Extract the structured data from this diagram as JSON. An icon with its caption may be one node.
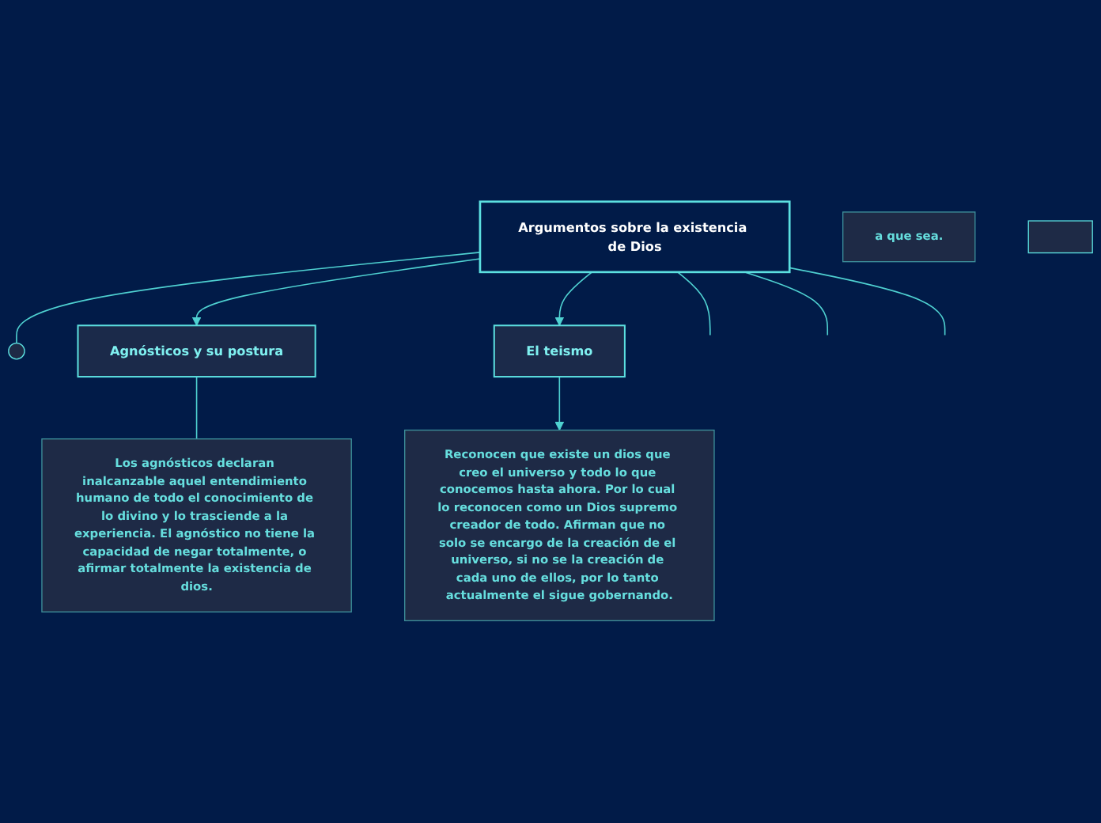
{
  "diagram": {
    "nodes": [
      {
        "text": [
          "Argumentos sobre la existencia de Dios"
        ]
      },
      {
        "text": [],
        "shape": "circle"
      },
      {
        "text": [
          "a que sea."
        ]
      },
      {
        "text": [
          "Agnósticos y su postura"
        ]
      },
      {
        "text": [
          "Los agnósticos declaran inalcanzable aquel entendimiento humano de todo el conocimiento de lo divino y lo trasciende a la experiencia. El agnóstico no tiene la capacidad de negar totalmente, o afirmar totalmente la existencia de dios."
        ]
      },
      {
        "text": [
          "El teismo"
        ]
      },
      {
        "text": [
          "Reconocen que existe un dios que creo el universo y todo lo que conocemos hasta ahora. Por lo cual lo reconocen como un Dios supremo creador de todo. Afirman que no solo se encargo de la creación de el universo, si no se la creación de cada uno de ellos, por lo tanto actualmente el sigue gobernando."
        ]
      },
      {
        "text": [],
        "shape": "box"
      }
    ],
    "edges": [
      {
        "from": 0,
        "to": 1,
        "arrow": "none"
      },
      {
        "from": 0,
        "to": 3,
        "arrow": "to"
      },
      {
        "from": 3,
        "to": 4,
        "arrow": "none"
      },
      {
        "from": 0,
        "to": 5,
        "arrow": "to"
      },
      {
        "from": 5,
        "to": 6,
        "arrow": "to"
      },
      {
        "from": 0,
        "to": null,
        "arrow": "none"
      },
      {
        "from": 0,
        "to": null,
        "arrow": "none"
      },
      {
        "from": 0,
        "to": null,
        "arrow": "none"
      }
    ]
  }
}
